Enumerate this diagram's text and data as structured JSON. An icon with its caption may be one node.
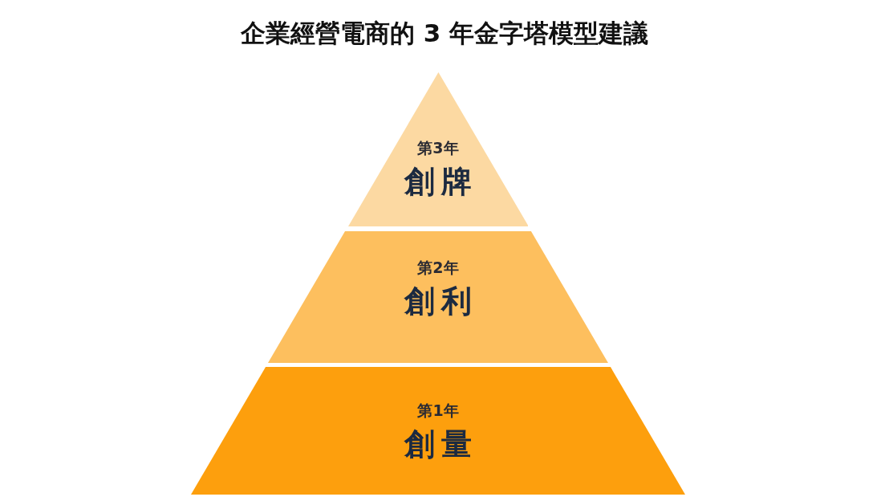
{
  "diagram": {
    "title": "企業經營電商的 3 年金字塔模型建議",
    "nodes": [
      {
        "text": [
          "第3年",
          "創牌"
        ]
      },
      {
        "text": [
          "第2年",
          "創利"
        ]
      },
      {
        "text": [
          "第1年",
          "創量"
        ]
      }
    ]
  }
}
